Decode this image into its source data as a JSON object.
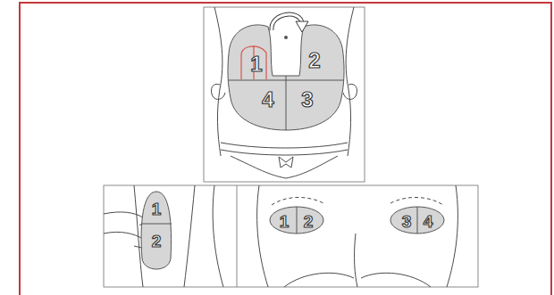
{
  "diagram": {
    "labels": [
      "1",
      "2",
      "4",
      "3",
      "1",
      "2",
      "1",
      "2",
      "3",
      "4"
    ]
  }
}
